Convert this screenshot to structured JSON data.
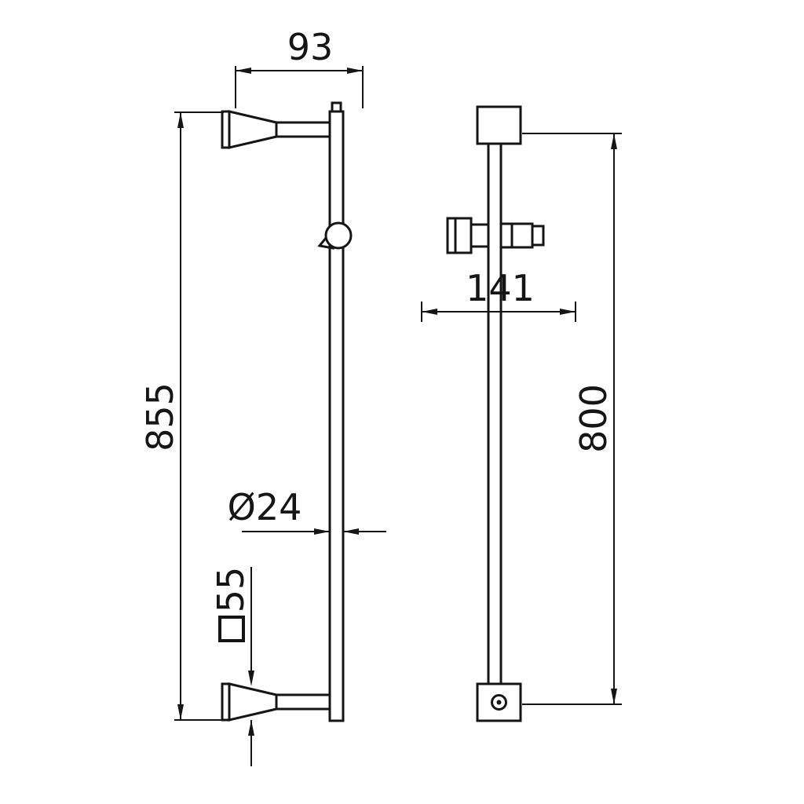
{
  "drawing": {
    "dim_labels": {
      "top_offset": "93",
      "overall_height": "855",
      "diameter": "Ø24",
      "square_size": "55",
      "holder_width": "141",
      "rail_length": "800"
    }
  }
}
